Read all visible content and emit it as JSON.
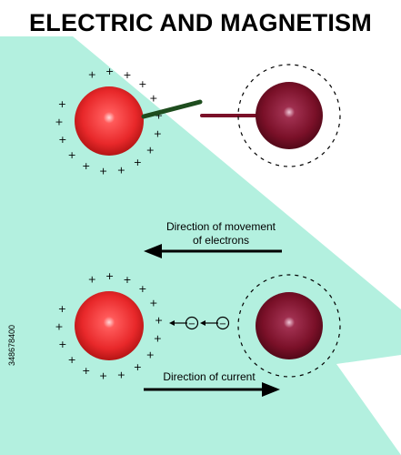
{
  "title": "ELECTRIC AND MAGNETISM",
  "stock_id": "348678400",
  "labels": {
    "movement_line1": "Direction of movement",
    "movement_line2": "of electrons",
    "current": "Direction of current"
  },
  "symbols": {
    "plus": "+",
    "electron": "−"
  },
  "colors": {
    "background_mint": "#b3f0df",
    "positive_sphere": "#e8282a",
    "negative_sphere": "#7a1028",
    "wire_left": "#1e4d1e",
    "wire_right": "#7a1028"
  }
}
